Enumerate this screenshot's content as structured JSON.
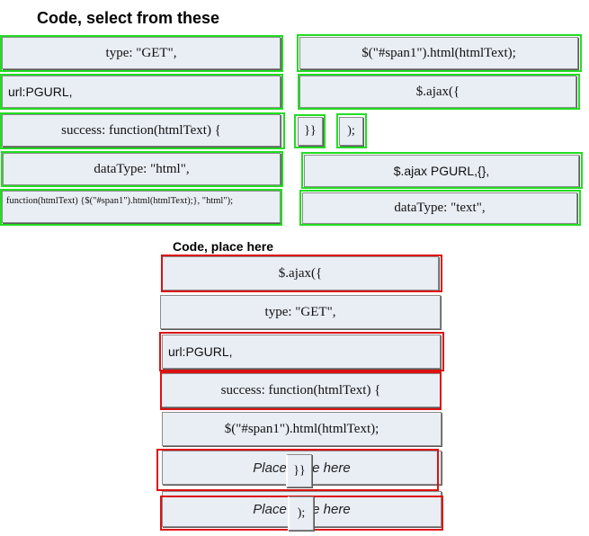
{
  "select_area": {
    "heading": "Code, select from these",
    "left_items": [
      "type: \"GET\",",
      "url:PGURL,",
      "success: function(htmlText) {",
      "dataType: \"html\",",
      "function(htmlText) {$(\"#span1\").html(htmlText);}, \"html\");"
    ],
    "right_items": [
      "$(\"#span1\").html(htmlText);",
      "$.ajax({",
      "}}",
      ");",
      "$.ajax PGURL,{},",
      "dataType: \"text\","
    ]
  },
  "place_area": {
    "heading": "Code, place here",
    "slots": [
      "$.ajax({",
      "type: \"GET\",",
      "url:PGURL,",
      "success: function(htmlText) {",
      "$(\"#span1\").html(htmlText);",
      "Place code here",
      "Place code here"
    ],
    "dragged_items": [
      "}}",
      ");"
    ]
  },
  "colors": {
    "tile_background": "#e9edf4",
    "selection_border": "#22dd22",
    "placed_border": "#dd1111"
  }
}
